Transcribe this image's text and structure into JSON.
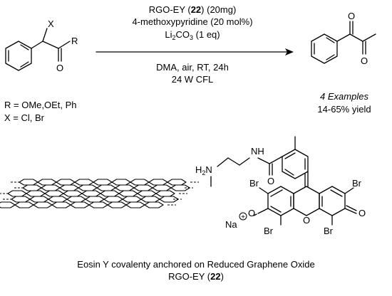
{
  "reaction": {
    "catalyst": {
      "prefix": "RGO-EY (",
      "number": "22",
      "suffix": ") (20mg)"
    },
    "additive": "4-methoxypyridine (20 mol%)",
    "base": {
      "prefix": "Li",
      "sub1": "2",
      "mid": "CO",
      "sub2": "3",
      "suffix": " (1 eq)"
    },
    "conditions": "DMA, air, RT, 24h",
    "light": "24 W CFL"
  },
  "substrate": {
    "atoms": {
      "x": "X",
      "r": "R",
      "o": "O"
    },
    "r_definition": "R = OMe,OEt, Ph",
    "x_definition": "X = Cl, Br"
  },
  "product": {
    "atoms": {
      "o1": "O",
      "o2": "O"
    },
    "examples": "4 Examples",
    "yield": "14-65% yield"
  },
  "catalyst_structure": {
    "atoms": {
      "h2n_h": "H",
      "h2n_sub": "2",
      "h2n_n": "N",
      "nh_n": "N",
      "nh_h": "H",
      "amide_o": "O",
      "br1": "Br",
      "br2": "Br",
      "br3": "Br",
      "br4": "Br",
      "na": "Na",
      "charge": "+",
      "o_minus": "O",
      "o_ring": "O",
      "o_ketone": "O"
    }
  },
  "caption": {
    "line1": "Eosin Y covalenty anchored on Reduced Graphene Oxide",
    "line2_prefix": "RGO-EY (",
    "line2_number": "22",
    "line2_suffix": ")"
  }
}
